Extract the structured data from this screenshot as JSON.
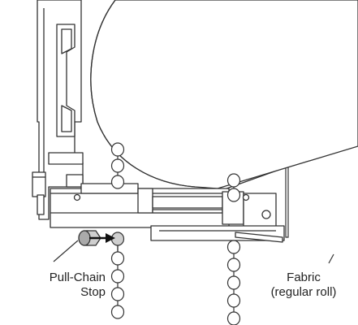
{
  "labels": {
    "pull_chain_stop": {
      "line1": "Pull-Chain",
      "line2": "Stop"
    },
    "fabric": {
      "line1": "Fabric",
      "line2": "(regular roll)"
    }
  },
  "colors": {
    "line": "#333333",
    "part_fill": "#ffffff",
    "stop_fill": "#c8c8c8",
    "arrow": "#111111"
  }
}
